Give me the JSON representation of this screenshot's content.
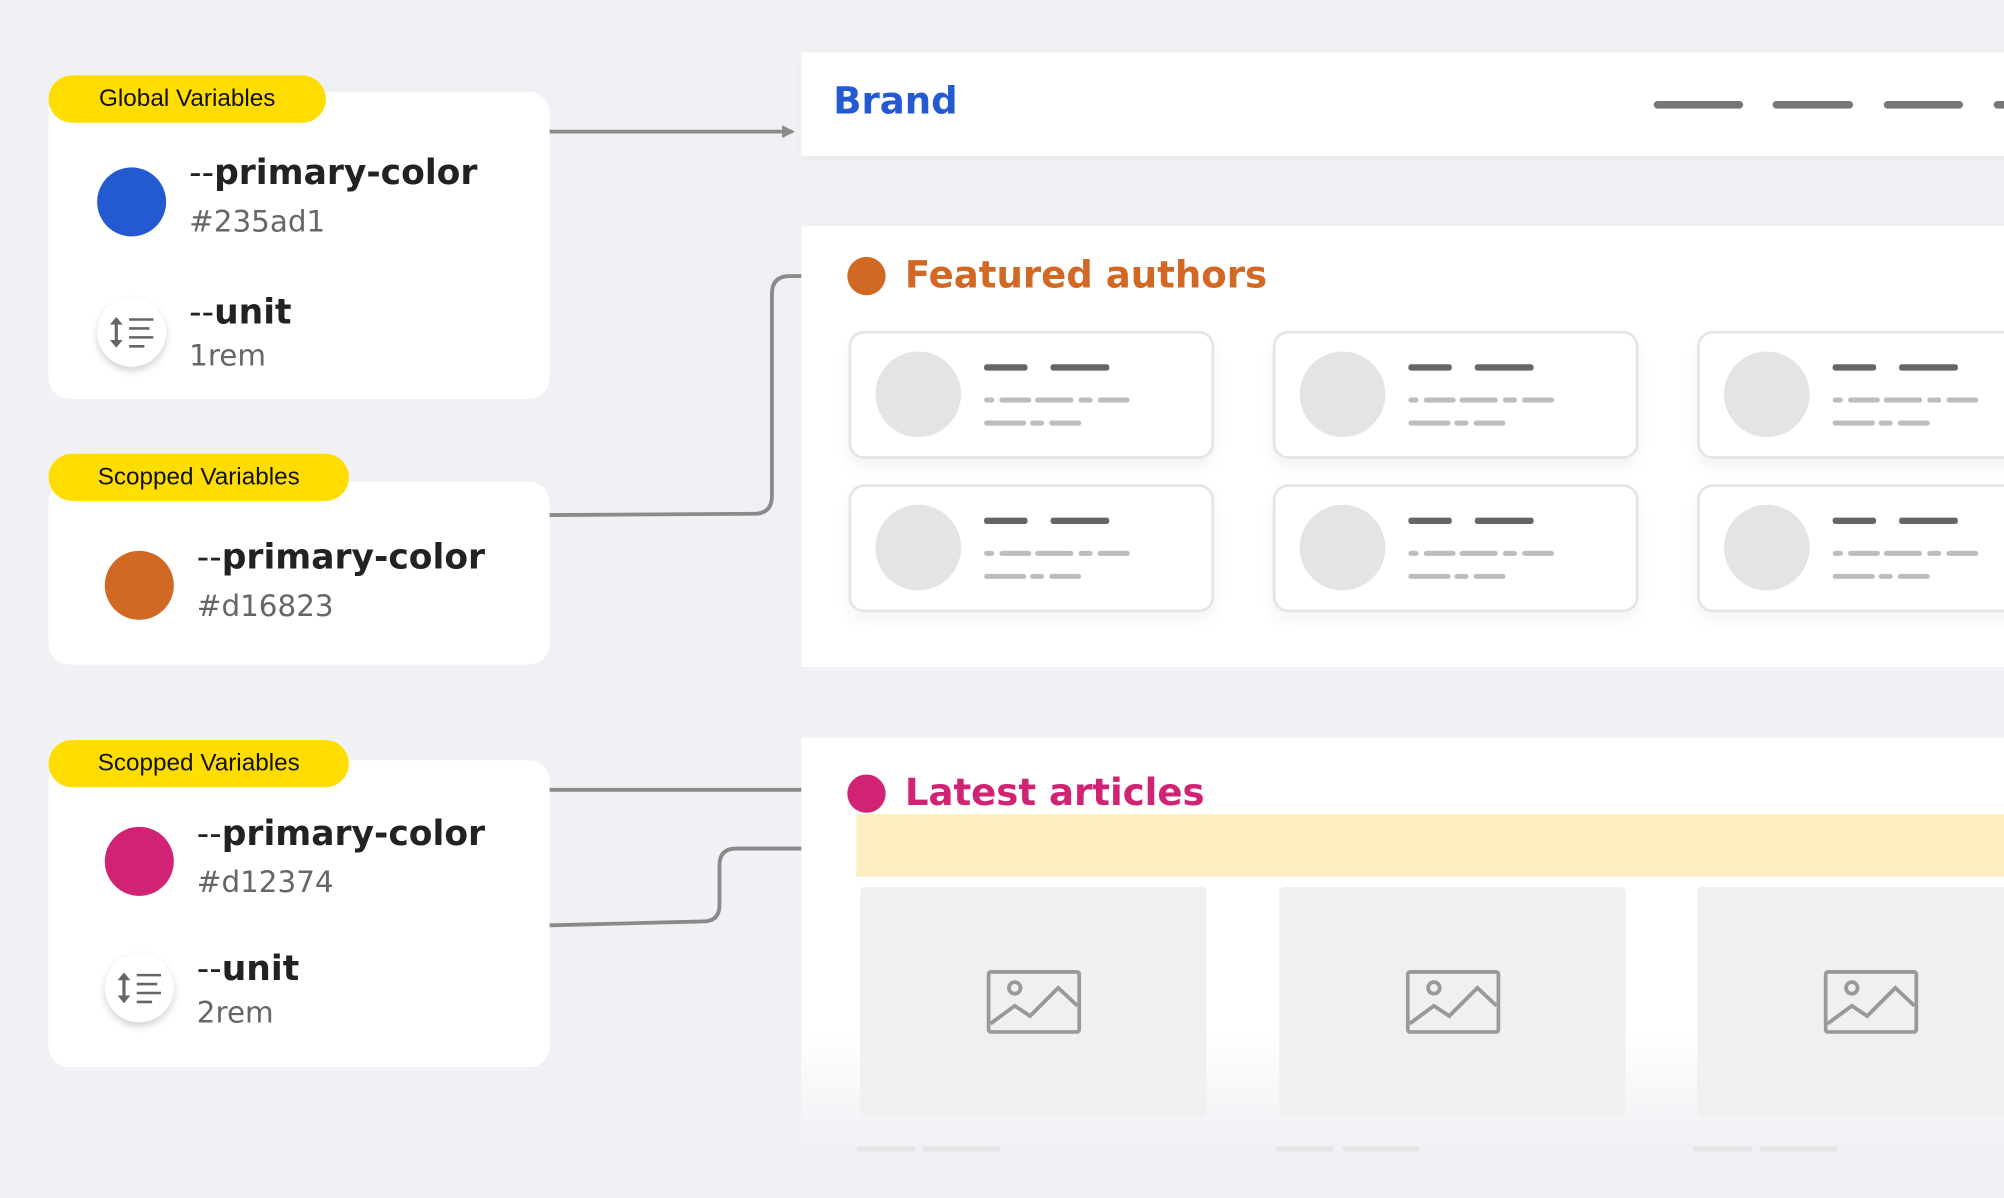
{
  "colors": {
    "global_primary": "#235ad1",
    "featured_primary": "#d16823",
    "articles_primary": "#d12374",
    "badge": "#ffdd00"
  },
  "global_vars": {
    "badge": "Global Variables",
    "primary": {
      "prefix": "--",
      "name": "primary-color",
      "value": "#235ad1"
    },
    "unit": {
      "prefix": "--",
      "name": "unit",
      "value": "1rem"
    }
  },
  "scoped_vars_1": {
    "badge": "Scopped Variables",
    "primary": {
      "prefix": "--",
      "name": "primary-color",
      "value": "#d16823"
    }
  },
  "scoped_vars_2": {
    "badge": "Scopped Variables",
    "primary": {
      "prefix": "--",
      "name": "primary-color",
      "value": "#d12374"
    },
    "unit": {
      "prefix": "--",
      "name": "unit",
      "value": "2rem"
    }
  },
  "header": {
    "brand": "Brand"
  },
  "featured": {
    "title": "Featured authors"
  },
  "latest": {
    "title": "Latest articles"
  }
}
